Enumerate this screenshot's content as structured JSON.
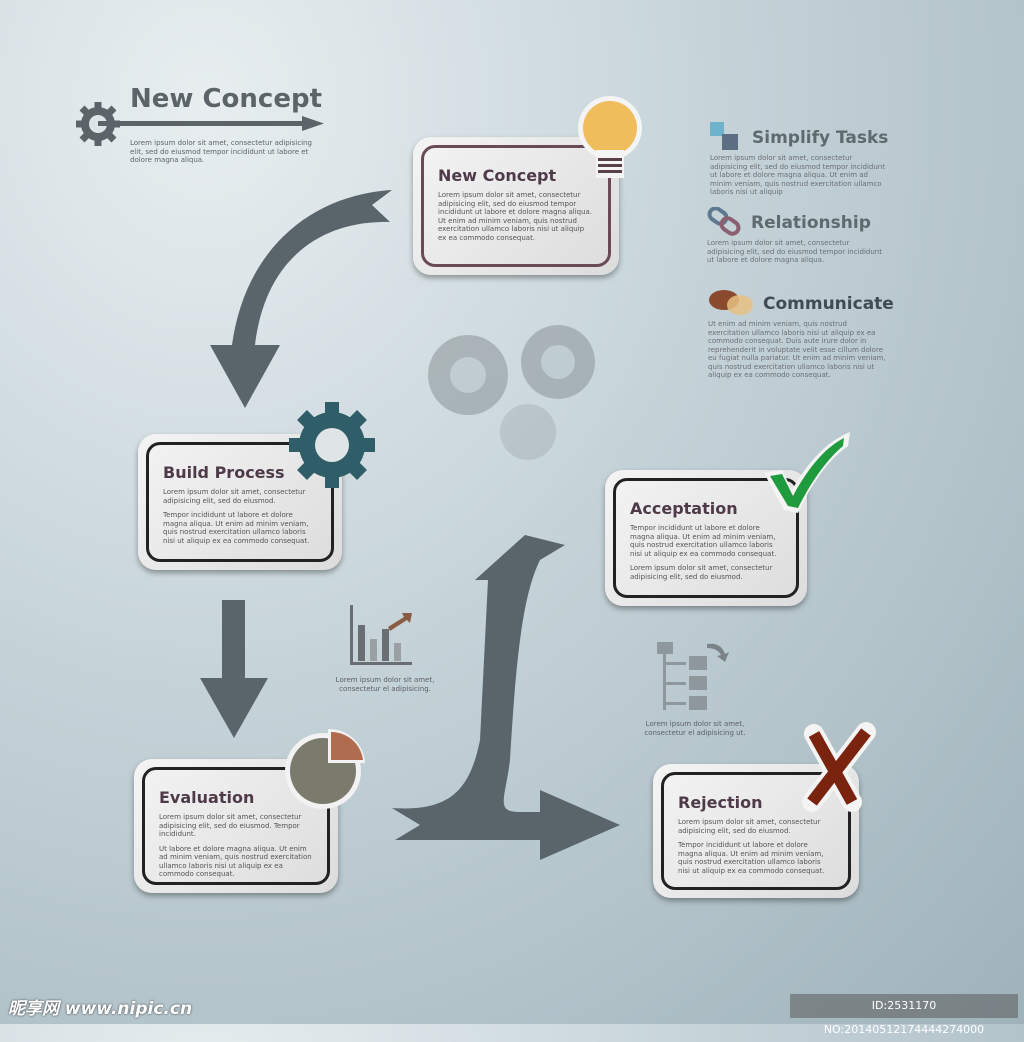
{
  "header": {
    "title": "New Concept",
    "text": "Lorem ipsum dolor sit amet, consectetur adipisicing elit, sed do eiusmod tempor incididunt ut labore et dolore magna aliqua."
  },
  "cards": {
    "concept": {
      "title": "New Concept",
      "p1": "Lorem ipsum dolor sit amet, consectetur adipisicing elit, sed do eiusmod tempor incididunt ut labore et dolore magna aliqua. Ut enim ad minim veniam, quis nostrud exercitation ullamco laboris nisi ut aliquip ex ea commodo consequat."
    },
    "build": {
      "title": "Build Process",
      "p1": "Lorem ipsum dolor sit amet, consectetur adipisicing elit, sed do eiusmod.",
      "p2": "Tempor incididunt ut labore et dolore magna aliqua. Ut enim ad minim veniam, quis nostrud exercitation ullamco laboris nisi ut aliquip ex ea commodo consequat."
    },
    "evaluation": {
      "title": "Evaluation",
      "p1": "Lorem ipsum dolor sit amet, consectetur adipisicing elit, sed do eiusmod. Tempor incididunt.",
      "p2": "Ut labore et dolore magna aliqua. Ut enim ad minim veniam, quis nostrud exercitation ullamco laboris nisi ut aliquip ex ea commodo consequat."
    },
    "acceptation": {
      "title": "Acceptation",
      "p1": "Tempor incididunt ut labore et dolore magna aliqua. Ut enim ad minim veniam, quis nostrud exercitation ullamco laboris nisi ut aliquip ex ea commodo consequat.",
      "p2": "Lorem ipsum dolor sit amet, consectetur adipisicing elit, sed do eiusmod."
    },
    "rejection": {
      "title": "Rejection",
      "p1": "Lorem ipsum dolor sit amet, consectetur adipisicing elit, sed do eiusmod.",
      "p2": "Tempor incididunt ut labore et dolore magna aliqua. Ut enim ad minim veniam, quis nostrud exercitation ullamco laboris nisi ut aliquip ex ea commodo consequat."
    }
  },
  "side": [
    {
      "title": "Simplify Tasks",
      "text": "Lorem ipsum dolor sit amet, consectetur adipisicing elit, sed do eiusmod tempor incididunt ut labore et dolore magna aliqua. Ut enim ad minim veniam, quis nostrud exercitation ullamco laboris nisi ut aliquip"
    },
    {
      "title": "Relationship",
      "text": "Lorem ipsum dolor sit amet, consectetur adipisicing elit, sed do eiusmod tempor incididunt ut labore et dolore magna aliqua."
    },
    {
      "title": "Communicate",
      "text": "Ut enim ad minim veniam, quis nostrud exercitation ullamco laboris nisi ut aliquip ex ea commodo consequat. Duis aute irure dolor in reprehenderit in voluptate velit esse cillum dolore eu fugiat nulla pariatur. Ut enim ad minim veniam, quis nostrud exercitation ullamco laboris nisi ut aliquip ex ea commodo consequat."
    }
  ],
  "captions": {
    "chart": "Lorem ipsum dolor sit amet, consectetur el adipisicing.",
    "folders": "Lorem ipsum dolor sit amet, consectetur el adipisicing ut."
  },
  "footer": {
    "watermark": "昵享网 www.nipic.cn",
    "id": "ID:2531170 NO:20140512174444274000"
  },
  "colors": {
    "arrow": "#59646b",
    "card_title": "#4e3a48",
    "check": "#1f9a3c",
    "cross": "#7a2410",
    "bulb": "#f0bd5c"
  }
}
